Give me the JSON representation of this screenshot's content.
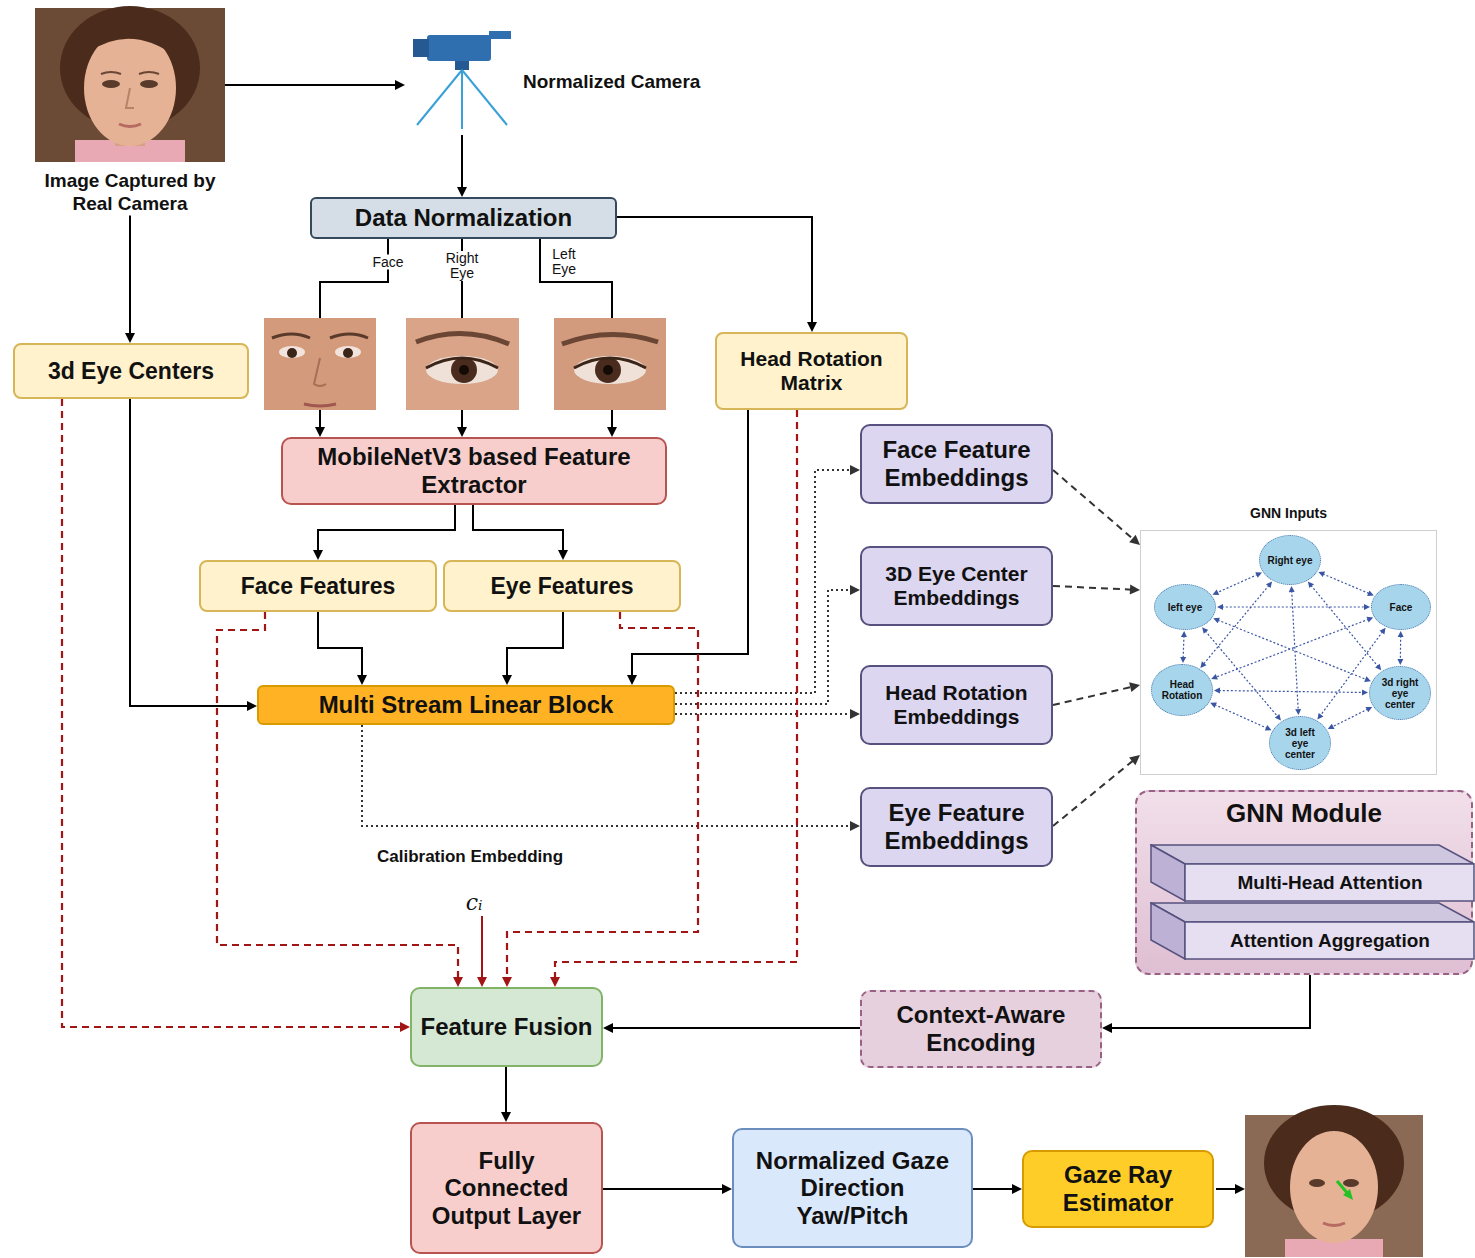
{
  "diagram": {
    "nodes": [
      {
        "text": [
          "Image Captured by Real Camera"
        ]
      },
      {
        "text": [
          "Normalized Camera"
        ]
      },
      {
        "text": [
          "Data Normalization"
        ]
      },
      {
        "text": [
          "3d Eye Centers"
        ]
      },
      {
        "text": [
          "Head Rotation Matrix"
        ]
      },
      {
        "text": [
          "MobileNetV3 based Feature Extractor"
        ]
      },
      {
        "text": [
          "Face Feature Embeddings"
        ]
      },
      {
        "text": [
          "Face Features"
        ]
      },
      {
        "text": [
          "Eye Features"
        ]
      },
      {
        "text": [
          "3D Eye Center Embeddings"
        ]
      },
      {
        "text": [
          "Multi Stream Linear Block"
        ]
      },
      {
        "text": [
          "Head Rotation Embeddings"
        ]
      },
      {
        "text": [
          "Eye Feature Embeddings"
        ]
      },
      {
        "text": [
          "GNN Inputs"
        ]
      },
      {
        "text": [
          "Right eye"
        ],
        "in": 13
      },
      {
        "text": [
          "left eye"
        ],
        "in": 13
      },
      {
        "text": [
          "Face"
        ],
        "in": 13
      },
      {
        "text": [
          "Head Rotation"
        ],
        "in": 13
      },
      {
        "text": [
          "3d right eye center"
        ],
        "in": 13
      },
      {
        "text": [
          "3d left eye center"
        ],
        "in": 13
      },
      {
        "text": [
          "GNN Module"
        ]
      },
      {
        "text": [
          "Multi-Head Attention"
        ],
        "in": 20
      },
      {
        "text": [
          "Attention Aggregation"
        ],
        "in": 20
      },
      {
        "text": [
          "Context-Aware Encoding"
        ]
      },
      {
        "text": [
          "Feature Fusion"
        ]
      },
      {
        "text": [
          "Fully Connected Output Layer"
        ]
      },
      {
        "text": [
          "Normalized Gaze Direction Yaw/Pitch"
        ]
      },
      {
        "text": [
          "Gaze Ray Estimator"
        ]
      }
    ],
    "edges": [
      {
        "from": 0,
        "to": 1,
        "arrow": "to"
      },
      {
        "from": 0,
        "to": 3,
        "arrow": "to"
      },
      {
        "from": 1,
        "to": 2,
        "arrow": "to"
      },
      {
        "from": 2,
        "to": 5,
        "label": "Face",
        "arrow": "to"
      },
      {
        "from": 2,
        "to": 5,
        "label": "Right Eye",
        "arrow": "to"
      },
      {
        "from": 2,
        "to": 5,
        "label": "Left Eye",
        "arrow": "to"
      },
      {
        "from": 2,
        "to": 4,
        "arrow": "to"
      },
      {
        "from": 5,
        "to": 7,
        "arrow": "to"
      },
      {
        "from": 5,
        "to": 8,
        "arrow": "to"
      },
      {
        "from": 3,
        "to": 10,
        "arrow": "to"
      },
      {
        "from": 7,
        "to": 10,
        "arrow": "to"
      },
      {
        "from": 8,
        "to": 10,
        "arrow": "to"
      },
      {
        "from": 4,
        "to": 10,
        "arrow": "to"
      },
      {
        "from": 10,
        "to": 6,
        "arrow": "to"
      },
      {
        "from": 10,
        "to": 9,
        "arrow": "to"
      },
      {
        "from": 10,
        "to": 11,
        "arrow": "to"
      },
      {
        "from": 10,
        "to": 12,
        "arrow": "to"
      },
      {
        "from": 6,
        "to": 13,
        "arrow": "to"
      },
      {
        "from": 9,
        "to": 13,
        "arrow": "to"
      },
      {
        "from": 11,
        "to": 13,
        "arrow": "to"
      },
      {
        "from": 12,
        "to": 13,
        "arrow": "to"
      },
      {
        "from": 14,
        "to": 15,
        "arrow": "both"
      },
      {
        "from": 14,
        "to": 16,
        "arrow": "both"
      },
      {
        "from": 14,
        "to": 17,
        "arrow": "both"
      },
      {
        "from": 14,
        "to": 18,
        "arrow": "both"
      },
      {
        "from": 14,
        "to": 19,
        "arrow": "both"
      },
      {
        "from": 15,
        "to": 16,
        "arrow": "both"
      },
      {
        "from": 15,
        "to": 17,
        "arrow": "both"
      },
      {
        "from": 15,
        "to": 18,
        "arrow": "both"
      },
      {
        "from": 15,
        "to": 19,
        "arrow": "both"
      },
      {
        "from": 16,
        "to": 17,
        "arrow": "both"
      },
      {
        "from": 16,
        "to": 18,
        "arrow": "both"
      },
      {
        "from": 16,
        "to": 19,
        "arrow": "both"
      },
      {
        "from": 17,
        "to": 18,
        "arrow": "both"
      },
      {
        "from": 17,
        "to": 19,
        "arrow": "both"
      },
      {
        "from": 18,
        "to": 19,
        "arrow": "both"
      },
      {
        "from": 20,
        "to": 23,
        "arrow": "to"
      },
      {
        "from": 23,
        "to": 24,
        "arrow": "to"
      },
      {
        "from": 3,
        "to": 24,
        "arrow": "to"
      },
      {
        "from": 7,
        "to": 24,
        "arrow": "to"
      },
      {
        "from": 8,
        "to": 24,
        "arrow": "to"
      },
      {
        "from": 4,
        "to": 24,
        "arrow": "to"
      },
      {
        "from": 24,
        "to": 25,
        "arrow": "to"
      },
      {
        "from": 25,
        "to": 26,
        "arrow": "to"
      },
      {
        "from": 26,
        "to": 27,
        "arrow": "to"
      }
    ],
    "labels": [
      "Calibration Embedding",
      "cᵢ"
    ]
  }
}
